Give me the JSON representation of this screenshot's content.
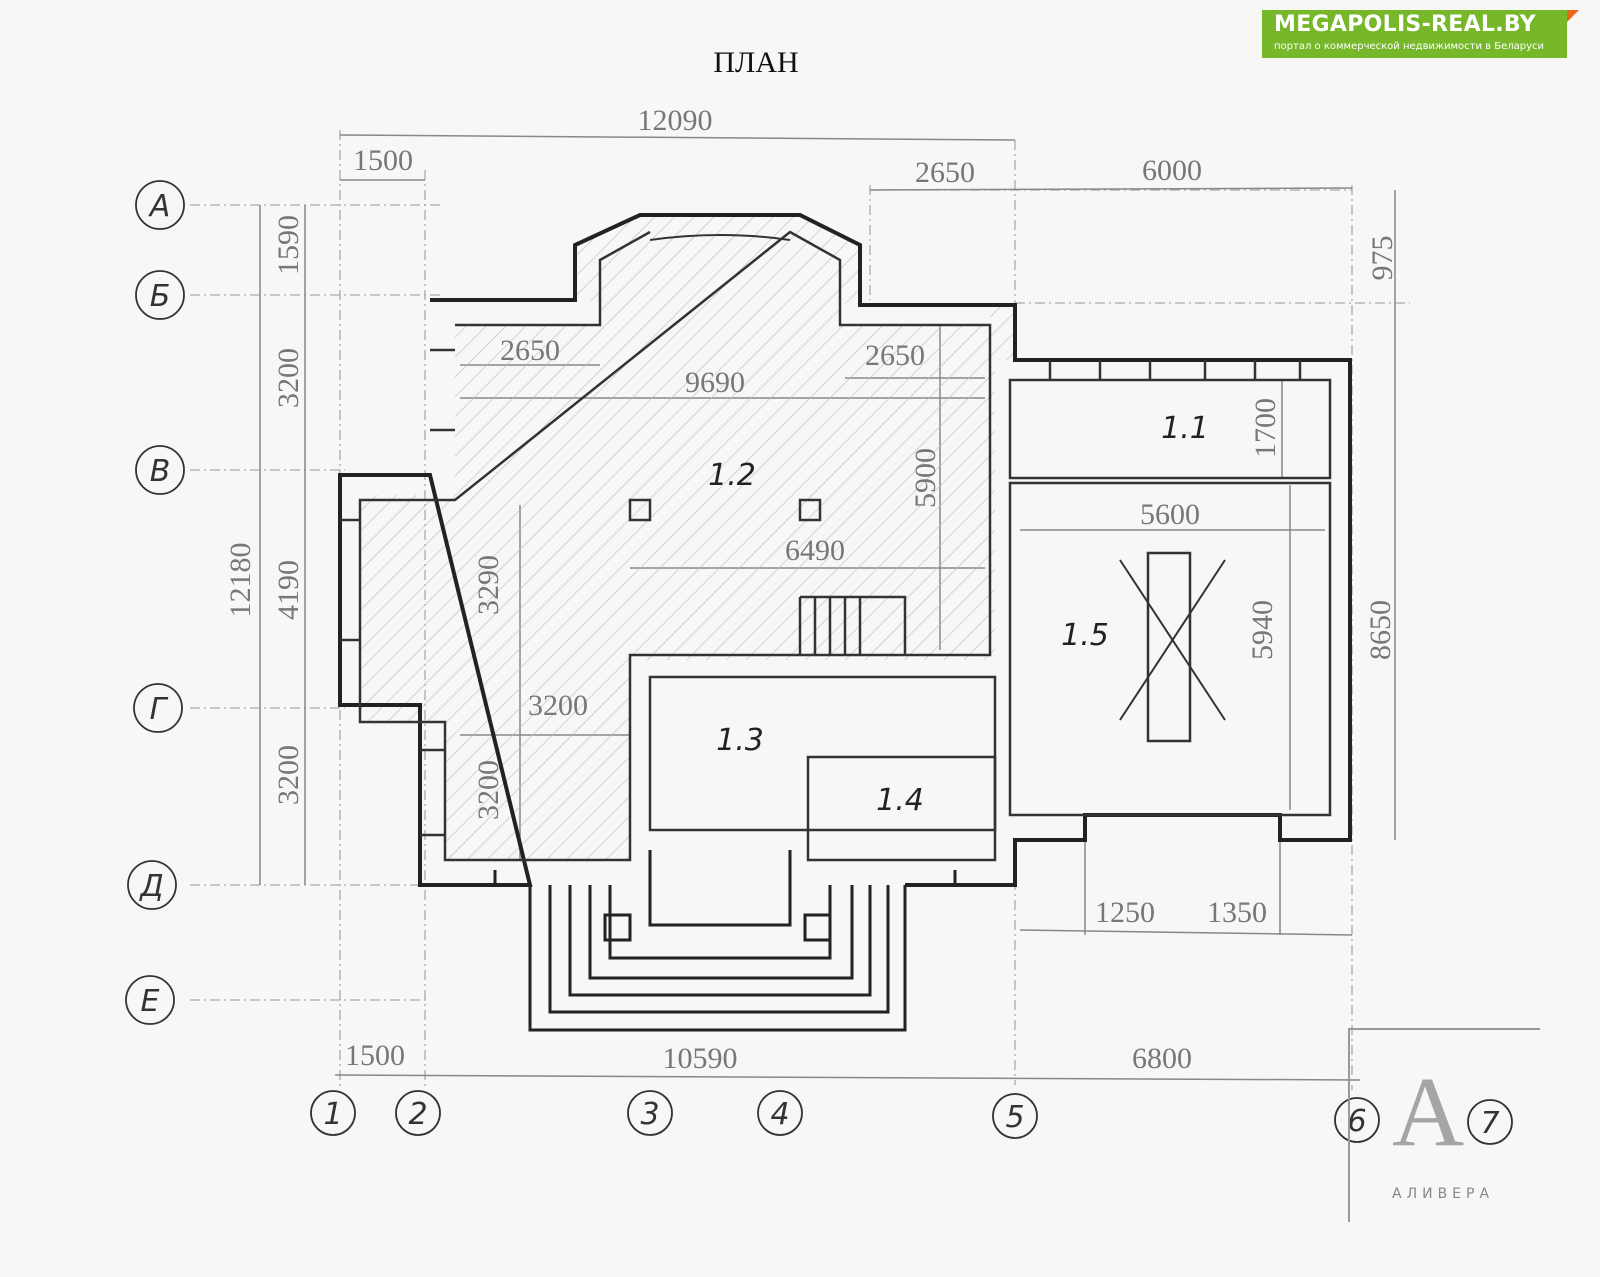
{
  "title": "ПЛАН",
  "logo": {
    "main": "MEGAPOLIS-REAL.BY",
    "sub": "портал о коммерческой недвижимости в Беларуси"
  },
  "watermark": {
    "letter": "А",
    "name": "АЛИВЕРА"
  },
  "axes": {
    "rows": [
      "А",
      "Б",
      "В",
      "Г",
      "Д",
      "Е"
    ],
    "columns": [
      "1",
      "2",
      "3",
      "4",
      "5",
      "6",
      "7"
    ]
  },
  "rooms": [
    "1.1",
    "1.2",
    "1.3",
    "1.4",
    "1.5"
  ],
  "dimensions": {
    "top_total": "12090",
    "top_1500": "1500",
    "top_2650": "2650",
    "top_6000": "6000",
    "right_975": "975",
    "inner_2650_left": "2650",
    "inner_2650_right": "2650",
    "inner_9690": "9690",
    "room11_1700": "1700",
    "inner_5900": "5900",
    "inner_6490": "6490",
    "inner_3290": "3290",
    "inner_3200_h": "3200",
    "inner_3200_v": "3200",
    "room15_5600": "5600",
    "room15_5940": "5940",
    "right_8650": "8650",
    "left_1590": "1590",
    "left_3200_top": "3200",
    "left_12180": "12180",
    "left_4190": "4190",
    "left_3200_bottom": "3200",
    "porch_1250": "1250",
    "porch_1350": "1350",
    "bottom_1500": "1500",
    "bottom_10590": "10590",
    "bottom_6800": "6800"
  }
}
